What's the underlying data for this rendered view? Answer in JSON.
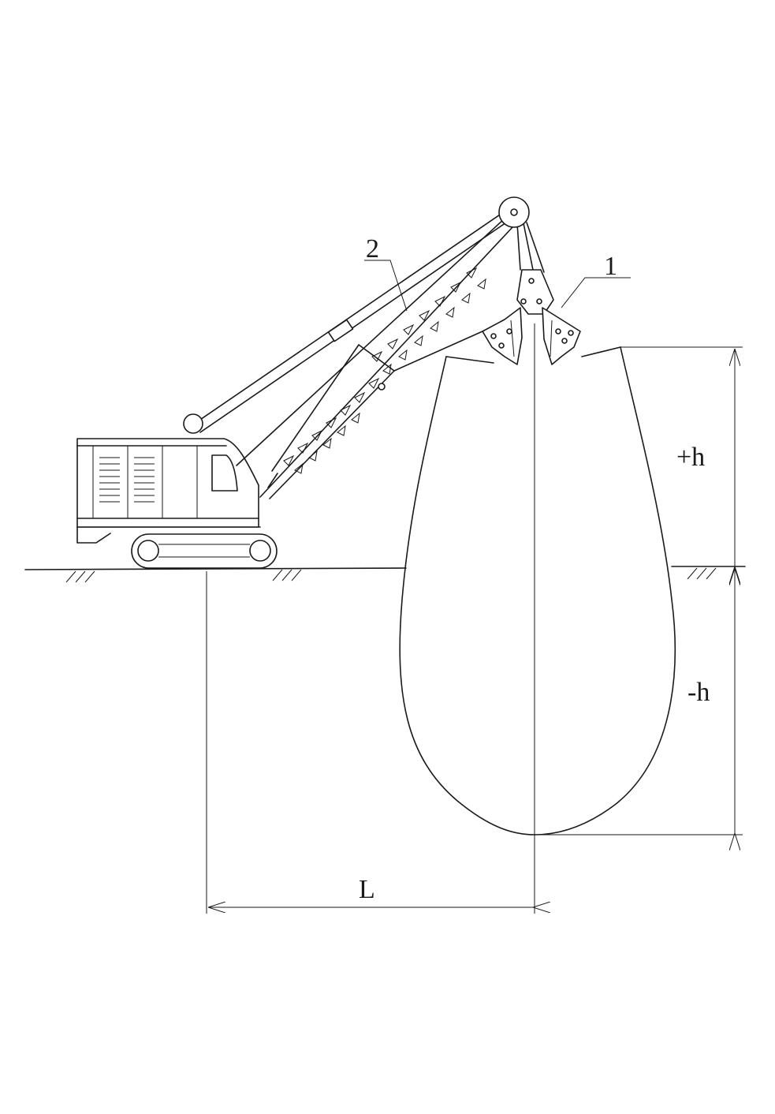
{
  "labels": {
    "bucket": "1",
    "boom": "2",
    "height_above": "+h",
    "depth_below": "-h",
    "reach": "L"
  },
  "colors": {
    "line": "#1a1a1a",
    "background": "#ffffff"
  }
}
